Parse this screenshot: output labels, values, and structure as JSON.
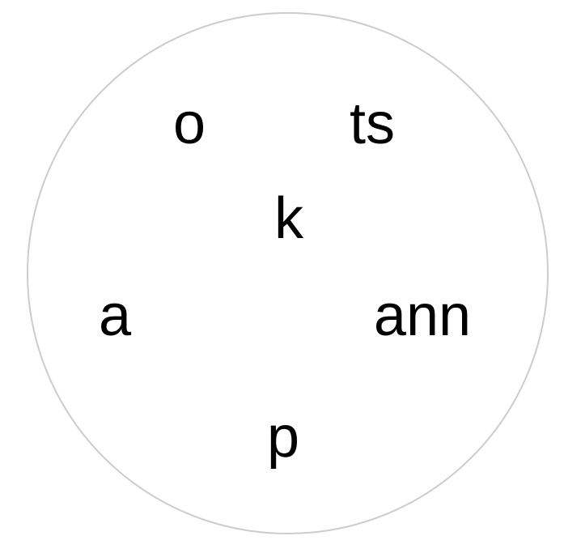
{
  "puzzle": {
    "colors": {
      "circle_border": "#cccccc",
      "text": "#000000",
      "background": "#ffffff"
    },
    "center_tile": "k",
    "tiles": [
      "o",
      "ts",
      "a",
      "ann",
      "p"
    ]
  }
}
